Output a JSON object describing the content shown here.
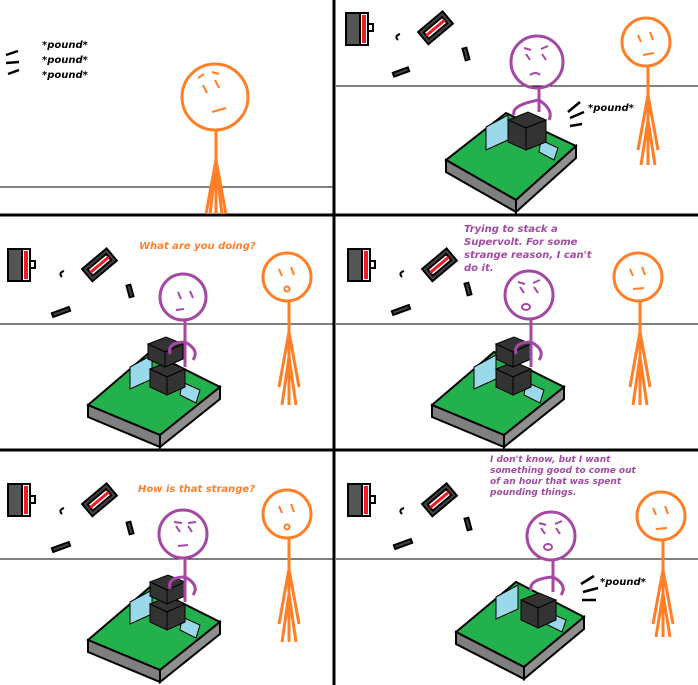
{
  "comic": {
    "colors": {
      "orange": "#ff7f27",
      "purple": "#a349a4",
      "black": "#000000",
      "grass": "#22b14c",
      "water": "#99d9ea",
      "block": "#333333",
      "frame": "#7f7f7f",
      "stripe": "#ed1c24"
    },
    "panels": [
      {
        "id": 1,
        "sound_lines": [
          "*pound*",
          "*pound*",
          "*pound*"
        ]
      },
      {
        "id": 2,
        "sound": "*pound*"
      },
      {
        "id": 3,
        "speech": "What are you doing?",
        "speaker": "orange"
      },
      {
        "id": 4,
        "speech": "Trying to stack a\nSupervolt. For some\nstrange reason, I can't\ndo it.",
        "speaker": "purple"
      },
      {
        "id": 5,
        "speech": "How is that strange?",
        "speaker": "orange"
      },
      {
        "id": 6,
        "speech": "I don't know, but I want\nsomething good to come out\nof an hour that was spent\npounding things.",
        "speaker": "purple",
        "sound": "*pound*"
      }
    ]
  }
}
